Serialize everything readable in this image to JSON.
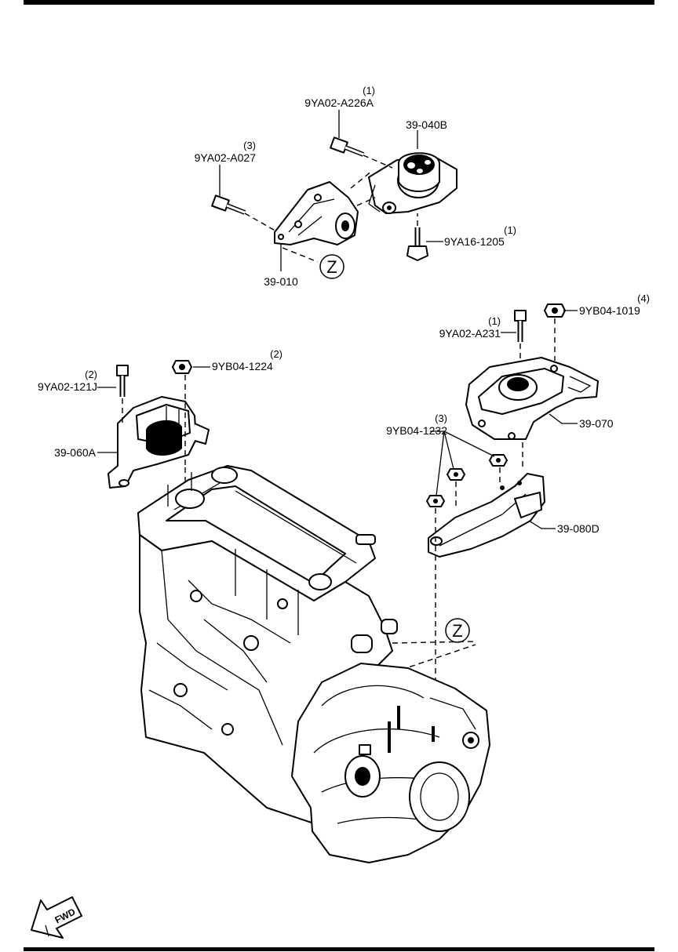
{
  "diagram": {
    "callouts": [
      {
        "id": "c1",
        "part": "9YA02-A226A",
        "qty": "(1)"
      },
      {
        "id": "c2",
        "part": "39-040B",
        "qty": ""
      },
      {
        "id": "c3",
        "part": "9YA02-A027",
        "qty": "(3)"
      },
      {
        "id": "c4",
        "part": "9YA16-1205",
        "qty": "(1)"
      },
      {
        "id": "c5",
        "part": "39-010",
        "qty": ""
      },
      {
        "id": "c6",
        "part": "9YB04-1019",
        "qty": "(4)"
      },
      {
        "id": "c7",
        "part": "9YA02-A231",
        "qty": "(1)"
      },
      {
        "id": "c8",
        "part": "9YB04-1224",
        "qty": "(2)"
      },
      {
        "id": "c9",
        "part": "9YA02-121J",
        "qty": "(2)"
      },
      {
        "id": "c10",
        "part": "39-070",
        "qty": ""
      },
      {
        "id": "c11",
        "part": "9YB04-1232",
        "qty": "(3)"
      },
      {
        "id": "c12",
        "part": "39-060A",
        "qty": ""
      },
      {
        "id": "c13",
        "part": "39-080D",
        "qty": ""
      }
    ],
    "reference_marks": [
      "Z",
      "Z"
    ],
    "direction_arrow": "FWD"
  }
}
